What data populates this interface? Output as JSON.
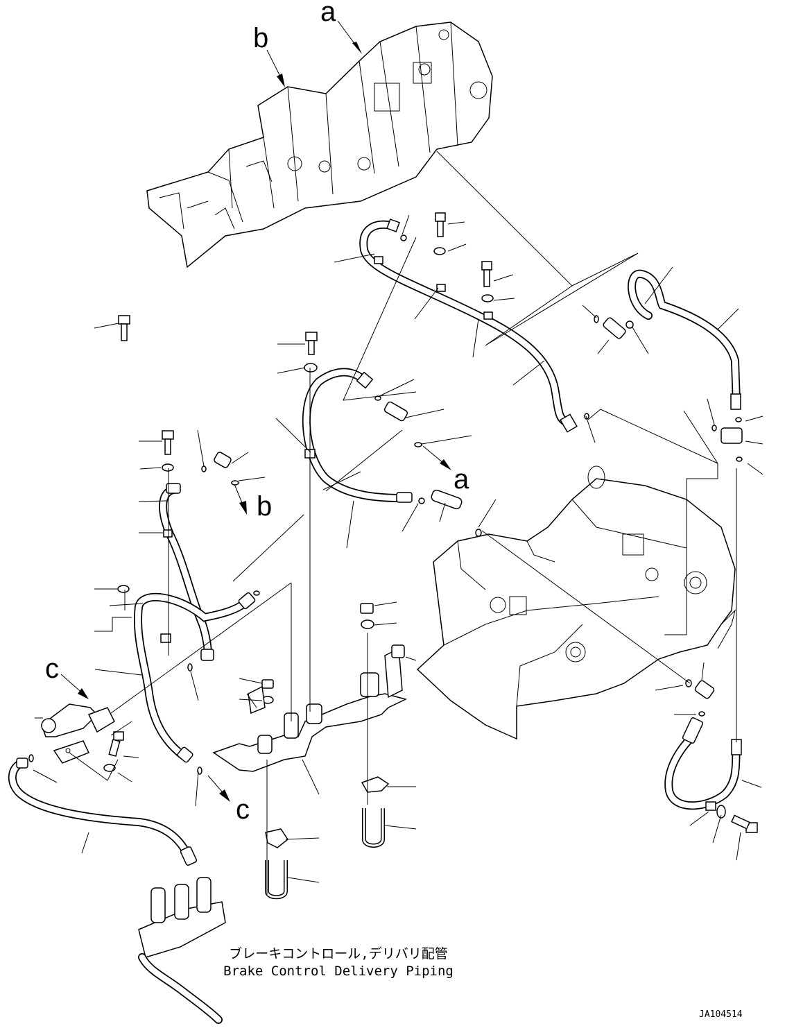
{
  "diagram": {
    "caption_jp": "ブレーキコントロール,デリバリ配管",
    "caption_en": "Brake Control Delivery Piping",
    "figure_code": "JA104514",
    "view_labels": {
      "a_top": "a",
      "b_top": "b",
      "a_arrow": "a",
      "b_arrow": "b",
      "c_top": "c",
      "c_arrow": "c"
    }
  }
}
